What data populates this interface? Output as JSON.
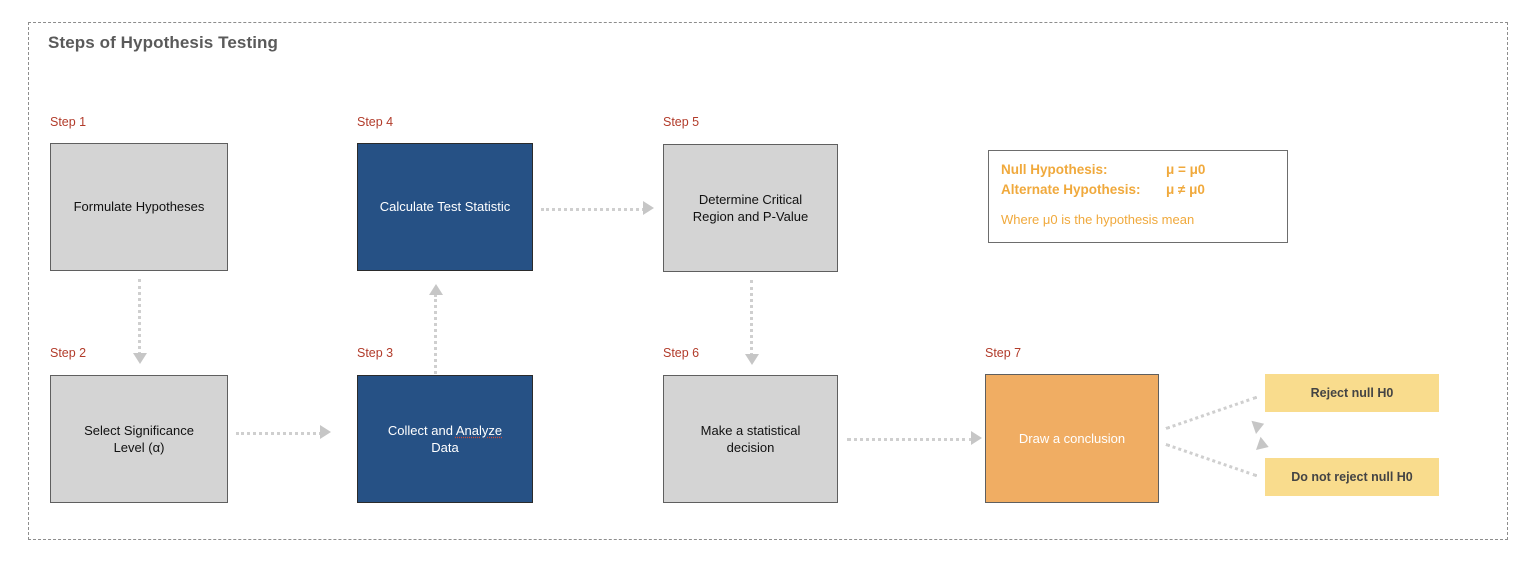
{
  "diagram": {
    "title": "Steps of Hypothesis Testing",
    "colors": {
      "title_text": "#5a5a5a",
      "step_label": "#b23c2b",
      "gray_node": "#d4d4d4",
      "blue_node": "#265185",
      "orange_node": "#f0ad63",
      "yellow_node": "#f9dc8d",
      "accent_orange_text": "#f0a93c",
      "arrow": "#cfcfcf",
      "frame_border": "#8d8d8d"
    },
    "steps": [
      {
        "label": "Step 1",
        "text": "Formulate Hypotheses",
        "style": "gray"
      },
      {
        "label": "Step 2",
        "text": "Select Significance\nLevel (α)",
        "style": "gray"
      },
      {
        "label": "Step 3",
        "text": "Collect and Analyze\nData",
        "style": "blue"
      },
      {
        "label": "Step 4",
        "text": "Calculate Test Statistic",
        "style": "blue"
      },
      {
        "label": "Step 5",
        "text": "Determine Critical\nRegion and P-Value",
        "style": "gray"
      },
      {
        "label": "Step 6",
        "text": "Make a statistical\ndecision",
        "style": "gray"
      },
      {
        "label": "Step 7",
        "text": "Draw a conclusion",
        "style": "orange"
      }
    ],
    "step3_parts": {
      "before": "Collect and ",
      "misspelled": "Analyze",
      "after": "",
      "line2": "Data"
    },
    "outcomes": [
      {
        "text": "Reject null H0"
      },
      {
        "text": "Do not reject null H0"
      }
    ],
    "hypothesis_panel": {
      "null_label": "Null Hypothesis:",
      "null_value": "μ = μ0",
      "alternate_label": "Alternate Hypothesis:",
      "alternate_value": "μ ≠ μ0",
      "note": "Where μ0 is the hypothesis mean"
    }
  }
}
